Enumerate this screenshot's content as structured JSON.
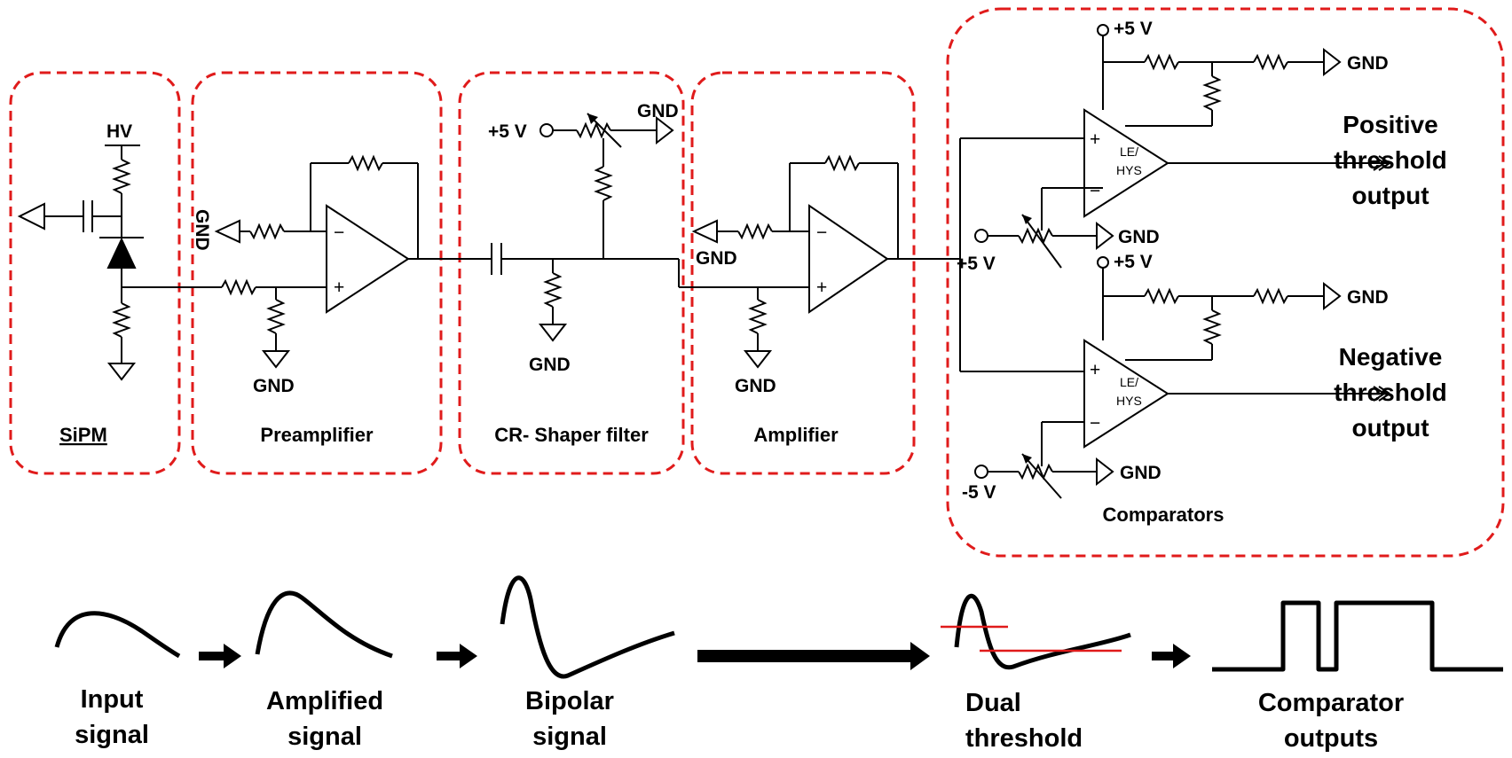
{
  "blocks": {
    "sipm": "SiPM",
    "preamplifier": "Preamplifier",
    "shaper": "CR- Shaper filter",
    "amplifier": "Amplifier",
    "comparators": "Comparators"
  },
  "labels": {
    "hv": "HV",
    "gnd": "GND",
    "plus5v": "+5 V",
    "minus5v": "-5 V",
    "comparator_text_top": "LE/",
    "comparator_text_bottom": "HYS",
    "plus": "+",
    "minus": "−"
  },
  "outputs": {
    "positive": [
      "Positive",
      "threshold",
      "output"
    ],
    "negative": [
      "Negative",
      "threshold",
      "output"
    ]
  },
  "signals": {
    "input": [
      "Input",
      "signal"
    ],
    "amplified": [
      "Amplified",
      "signal"
    ],
    "bipolar": [
      "Bipolar",
      "signal"
    ],
    "dual": [
      "Dual",
      "threshold"
    ],
    "comparator": [
      "Comparator",
      "outputs"
    ]
  },
  "colors": {
    "block_border": "#e01b1b",
    "threshold_line": "#e01b1b",
    "wire": "#000000"
  }
}
